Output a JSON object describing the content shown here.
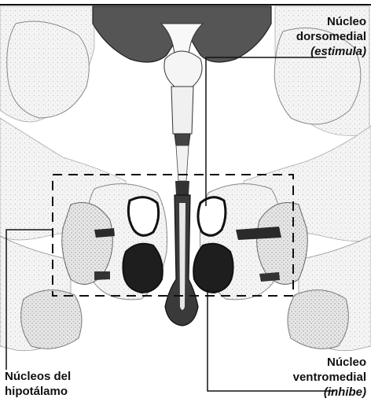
{
  "labels": {
    "dorsomedial": {
      "line1": "Núcleo",
      "line2": "dorsomedial",
      "line3": "(estimula)"
    },
    "hypothalamus": {
      "line1": "Núcleos del",
      "line2": "hipotálamo"
    },
    "ventromedial": {
      "line1": "Núcleo",
      "line2": "ventromedial",
      "line3": "(inhibe)"
    }
  },
  "colors": {
    "tissue_light": "#f2f2f2",
    "tissue_dark": "#555555",
    "nucleus_fill": "#1e1e1e",
    "outline": "#111111"
  }
}
